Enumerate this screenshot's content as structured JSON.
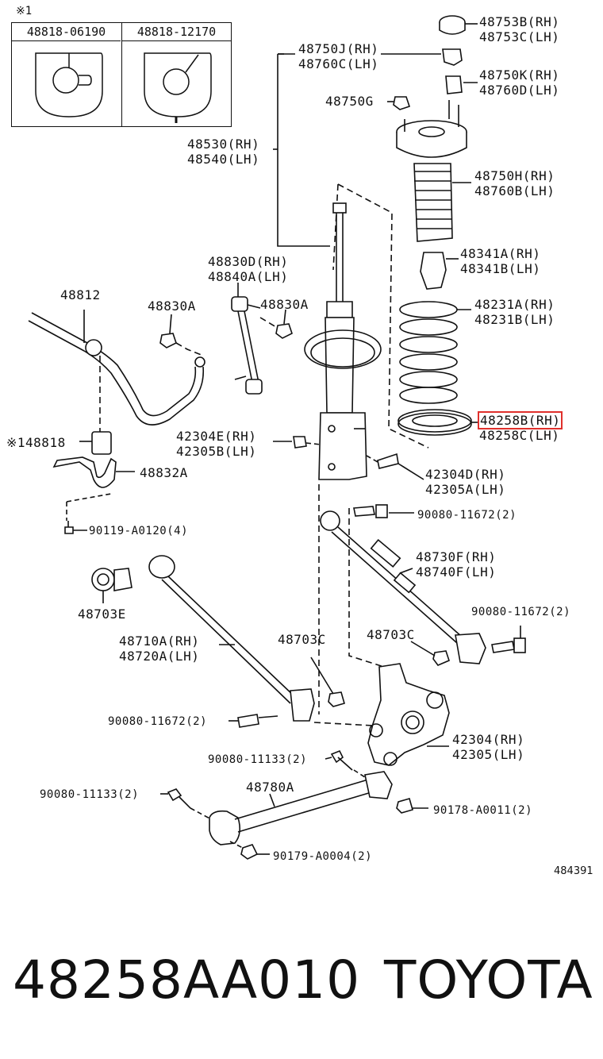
{
  "note_mark": "※1",
  "inset": {
    "left_part": "48818-06190",
    "right_part": "48818-12170"
  },
  "labels": {
    "p48753": [
      "48753B(RH)",
      "48753C(LH)"
    ],
    "p48750j": [
      "48750J(RH)",
      "48760C(LH)"
    ],
    "p48750k": [
      "48750K(RH)",
      "48760D(LH)"
    ],
    "p48750g": [
      "48750G"
    ],
    "p48530": [
      "48530(RH)",
      "48540(LH)"
    ],
    "p48750h": [
      "48750H(RH)",
      "48760B(LH)"
    ],
    "p48341": [
      "48341A(RH)",
      "48341B(LH)"
    ],
    "p48830d": [
      "48830D(RH)",
      "48840A(LH)"
    ],
    "p48812": [
      "48812"
    ],
    "p48830a_l": [
      "48830A"
    ],
    "p48830a_r": [
      "48830A"
    ],
    "p48231": [
      "48231A(RH)",
      "48231B(LH)"
    ],
    "p48258_rh": "48258B(RH)",
    "p48258_lh": "48258C(LH)",
    "p48818": "※148818",
    "p42304e": [
      "42304E(RH)",
      "42305B(LH)"
    ],
    "p48832a": [
      "48832A"
    ],
    "p42304d": [
      "42304D(RH)",
      "42305A(LH)"
    ],
    "p90119": [
      "90119-A0120(4)"
    ],
    "p90080_a": [
      "90080-11672(2)"
    ],
    "p48730f": [
      "48730F(RH)",
      "48740F(LH)"
    ],
    "p48703e": [
      "48703E"
    ],
    "p90080_b": [
      "90080-11672(2)"
    ],
    "p48710a": [
      "48710A(RH)",
      "48720A(LH)"
    ],
    "p48703c_l": [
      "48703C"
    ],
    "p48703c_r": [
      "48703C"
    ],
    "p90080_c": [
      "90080-11672(2)"
    ],
    "p42304": [
      "42304(RH)",
      "42305(LH)"
    ],
    "p90080_d": [
      "90080-11133(2)"
    ],
    "p48780a": [
      "48780A"
    ],
    "p90080_e": [
      "90080-11133(2)"
    ],
    "p90178": [
      "90178-A0011(2)"
    ],
    "p90179": [
      "90179-A0004(2)"
    ]
  },
  "diagram_id": "484391",
  "footer": {
    "part_number": "48258AA010",
    "brand": "TOYOTA"
  },
  "highlight_color": "#e0302c"
}
